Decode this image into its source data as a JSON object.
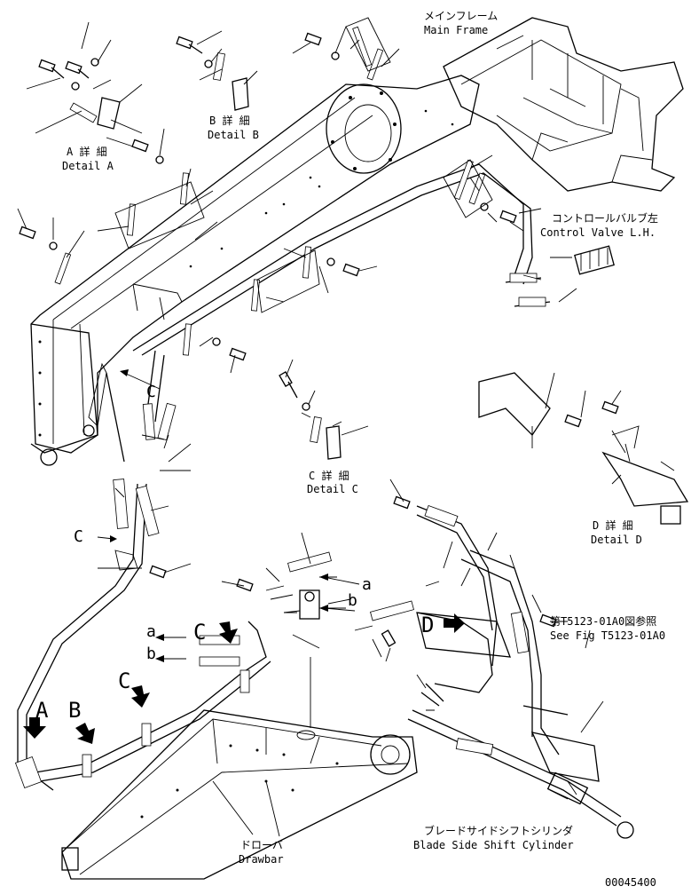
{
  "labels": {
    "main_frame_jp": "メインフレーム",
    "main_frame_en": "Main Frame",
    "detail_a_jp": "A 詳 細",
    "detail_a_en": "Detail A",
    "detail_b_jp": "B 詳 細",
    "detail_b_en": "Detail B",
    "detail_c_jp": "C 詳 細",
    "detail_c_en": "Detail C",
    "detail_d_jp": "D 詳 細",
    "detail_d_en": "Detail D",
    "control_valve_jp": "コントロールバルブ左",
    "control_valve_en": "Control Valve L.H.",
    "see_fig_jp": "第T5123-01A0図参照",
    "see_fig_en": "See Fig T5123-01A0",
    "drawbar_jp": "ドローバ",
    "drawbar_en": "Drawbar",
    "blade_cyl_jp": "ブレードサイドシフトシリンダ",
    "blade_cyl_en": "Blade Side Shift Cylinder",
    "drawing_no": "00045400"
  },
  "callouts": {
    "a": "a",
    "b": "b",
    "c": "C",
    "A": "A",
    "B": "B",
    "C": "C",
    "D": "D"
  }
}
